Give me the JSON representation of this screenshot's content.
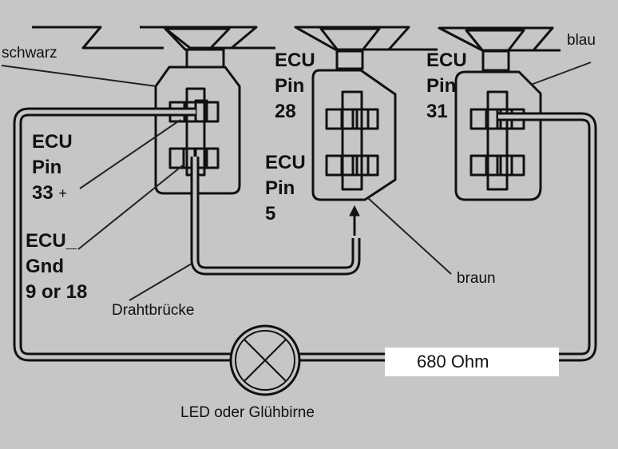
{
  "diagram": {
    "title": "",
    "connectors": [
      {
        "id": "left",
        "wire_color_label": "schwarz"
      },
      {
        "id": "middle",
        "wire_color_label": "braun"
      },
      {
        "id": "right",
        "wire_color_label": "blau"
      }
    ],
    "pin_labels": {
      "pin33": {
        "line1": "ECU",
        "line2": "Pin",
        "line3": "33",
        "marker": "+"
      },
      "gnd": {
        "line1": "ECU_",
        "line2": "Gnd",
        "line3": "9 or 18"
      },
      "pin28": {
        "line1": "ECU",
        "line2": "Pin",
        "line3": "28"
      },
      "pin5": {
        "line1": "ECU",
        "line2": "Pin",
        "line3": "5"
      },
      "pin31": {
        "line1": "ECU",
        "line2": "Pin",
        "line3": "31"
      }
    },
    "bridge_label": "Drahtbrücke",
    "lamp_label": "LED oder Glühbirne",
    "resistor_label": "680 Ohm"
  }
}
